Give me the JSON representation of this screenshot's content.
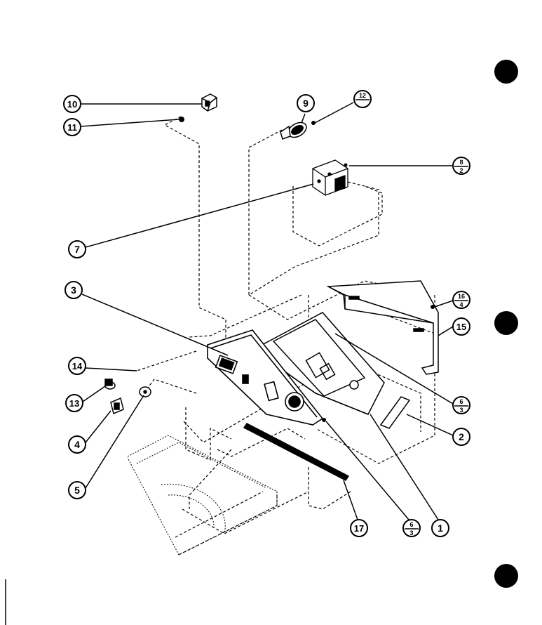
{
  "callouts": {
    "c1": "1",
    "c2": "2",
    "c3": "3",
    "c4": "4",
    "c5": "5",
    "c7": "7",
    "c9": "9",
    "c10": "10",
    "c11": "11",
    "c13": "13",
    "c14": "14",
    "c15": "15",
    "c17": "17",
    "c8": {
      "top": "8",
      "bottom": "2"
    },
    "c12": {
      "top": "12",
      "bottom": ""
    },
    "c16": {
      "top": "16",
      "bottom": "4"
    },
    "c6a": {
      "top": "6",
      "bottom": "3"
    },
    "c6b": {
      "top": "6",
      "bottom": "3"
    }
  },
  "colors": {
    "ink": "#000000",
    "paper": "#ffffff"
  }
}
